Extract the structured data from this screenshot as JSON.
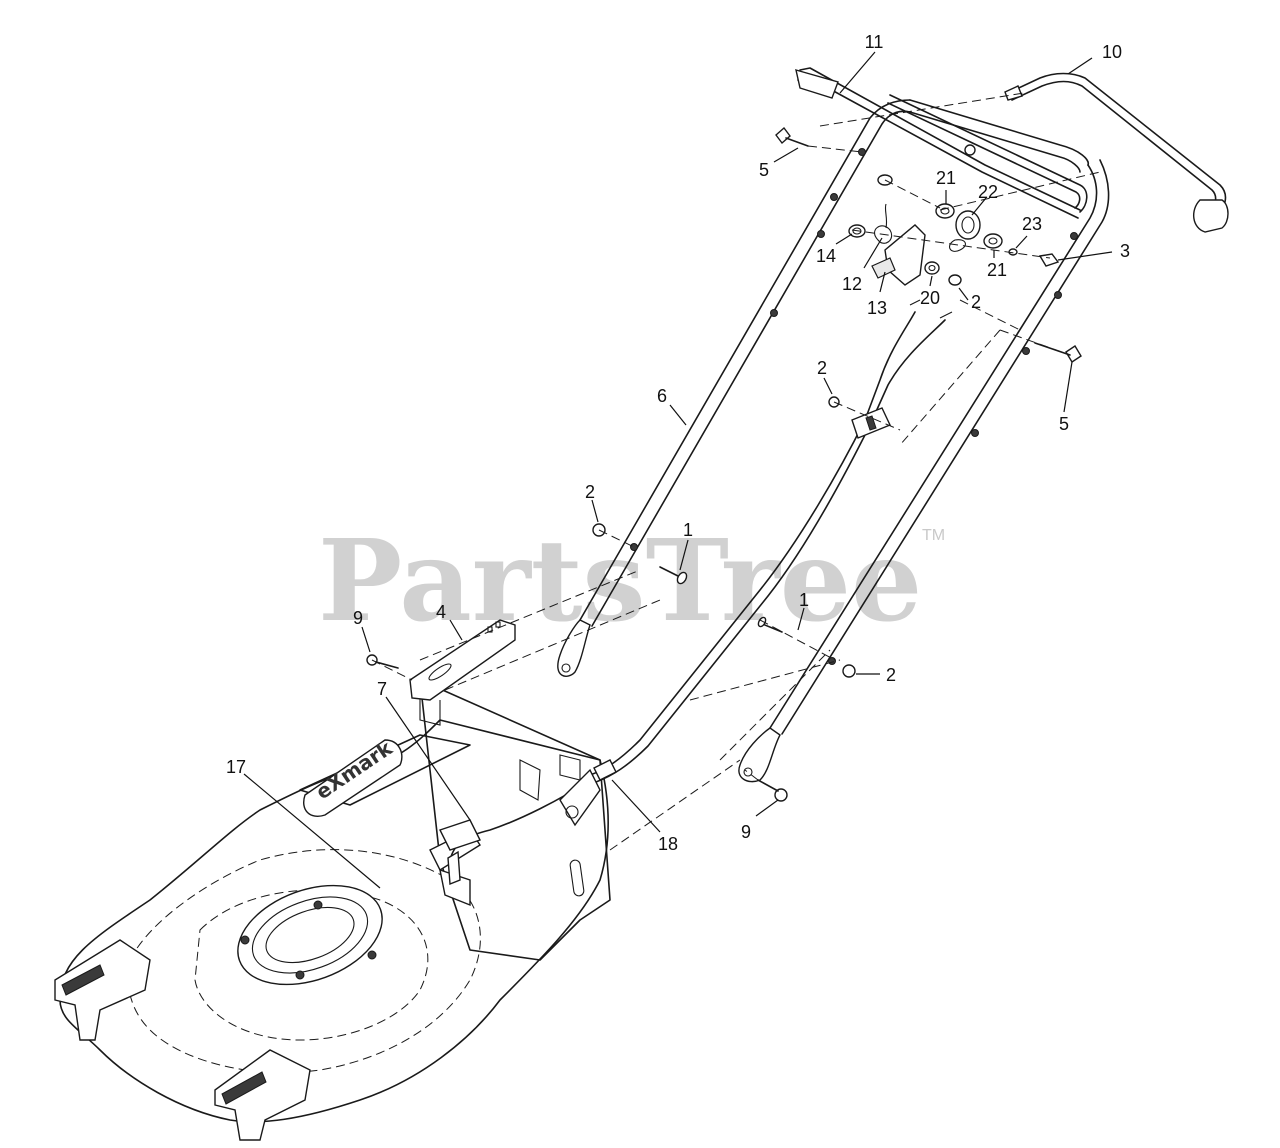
{
  "watermark": {
    "text": "PartsTree",
    "trademark": "TM"
  },
  "deck_logo": "eXmark",
  "callouts": [
    {
      "id": "c11",
      "label": "11"
    },
    {
      "id": "c10",
      "label": "10"
    },
    {
      "id": "c5a",
      "label": "5"
    },
    {
      "id": "c21a",
      "label": "21"
    },
    {
      "id": "c22",
      "label": "22"
    },
    {
      "id": "c23",
      "label": "23"
    },
    {
      "id": "c3",
      "label": "3"
    },
    {
      "id": "c14",
      "label": "14"
    },
    {
      "id": "c21b",
      "label": "21"
    },
    {
      "id": "c12",
      "label": "12"
    },
    {
      "id": "c13",
      "label": "13"
    },
    {
      "id": "c20",
      "label": "20"
    },
    {
      "id": "c2a",
      "label": "2"
    },
    {
      "id": "c2b",
      "label": "2"
    },
    {
      "id": "c5b",
      "label": "5"
    },
    {
      "id": "c6",
      "label": "6"
    },
    {
      "id": "c2c",
      "label": "2"
    },
    {
      "id": "c1a",
      "label": "1"
    },
    {
      "id": "c1b",
      "label": "1"
    },
    {
      "id": "c9a",
      "label": "9"
    },
    {
      "id": "c4",
      "label": "4"
    },
    {
      "id": "c2d",
      "label": "2"
    },
    {
      "id": "c7",
      "label": "7"
    },
    {
      "id": "c17",
      "label": "17"
    },
    {
      "id": "c18",
      "label": "18"
    },
    {
      "id": "c9b",
      "label": "9"
    }
  ]
}
